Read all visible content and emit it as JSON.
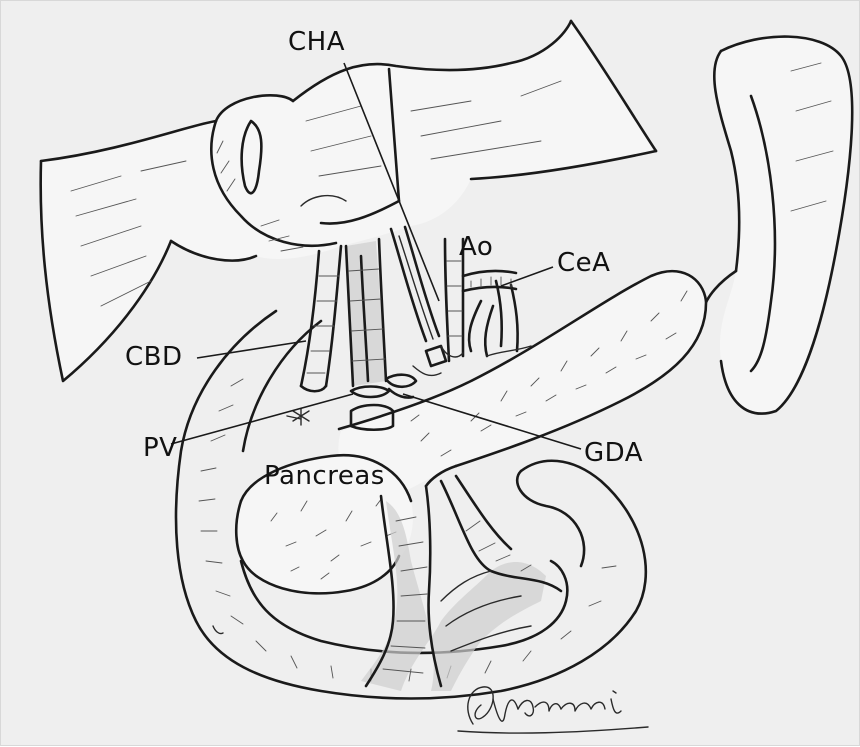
{
  "labels": {
    "cha": "CHA",
    "ao": "Ao",
    "cea": "CeA",
    "cbd": "CBD",
    "pv": "PV",
    "gda": "GDA",
    "pancreas": "Pancreas"
  },
  "signature_text": "Kamal",
  "colors": {
    "paper": "#efefef",
    "ink": "#1a1a1a",
    "shading": "#cfcfcf"
  }
}
